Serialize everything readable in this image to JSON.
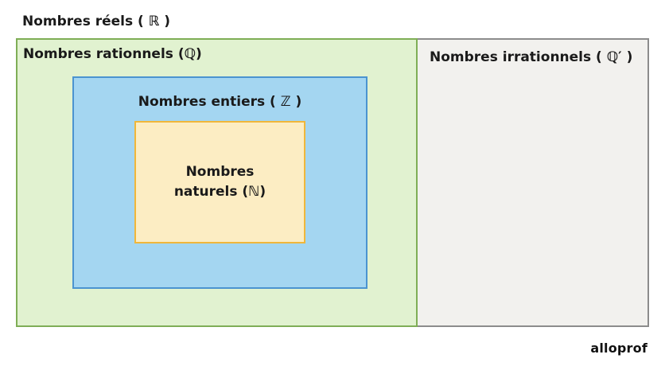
{
  "diagram": {
    "title": "Nombres réels ( ℝ )",
    "rational_label": "Nombres rationnels (ℚ)",
    "irrational_label": "Nombres irrationnels ( ℚ′ )",
    "integers_label": "Nombres entiers ( ℤ )",
    "naturals_line1": "Nombres",
    "naturals_line2": "naturels (ℕ)",
    "colors": {
      "real_fill": "#f2f1ee",
      "real_border": "#8c8c8c",
      "rational_fill": "#e1f2d0",
      "rational_border": "#7fae56",
      "integers_fill": "#a4d6f1",
      "integers_border": "#4b94d0",
      "naturals_fill": "#fcedc3",
      "naturals_border": "#f0b73b"
    }
  },
  "logo": "alloprof"
}
